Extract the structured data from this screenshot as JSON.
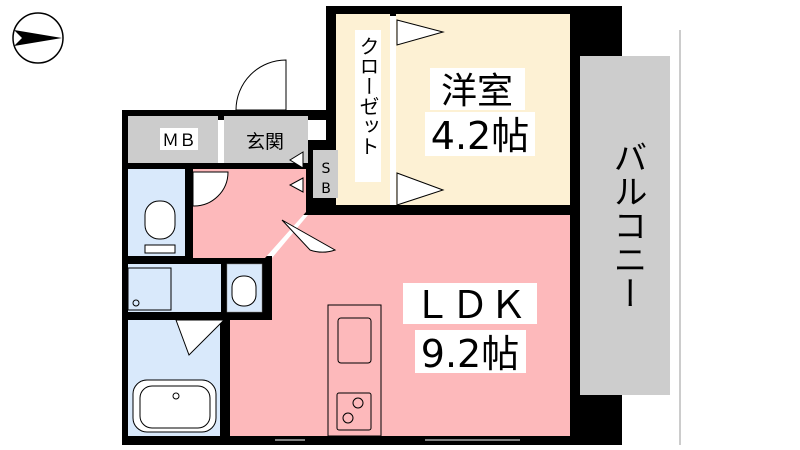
{
  "compass": {
    "direction": "north-pointing-right",
    "icon": "north-arrow-icon"
  },
  "rooms": {
    "western_room": {
      "name": "洋室",
      "size": "4.2帖"
    },
    "closet": {
      "name": "クローゼット"
    },
    "ldk": {
      "name": "ＬＤＫ",
      "size": "9.2帖"
    },
    "entrance": {
      "name": "玄関"
    },
    "meter_box": {
      "name": "ＭＢ"
    },
    "shoe_box": {
      "name_top": "S",
      "name_bottom": "B"
    },
    "balcony": {
      "name": "バルコニー"
    }
  },
  "colors": {
    "wall": "#000000",
    "western_room": "#fdf1d4",
    "ldk": "#fdb9bb",
    "wet_area": "#d9e9fb",
    "storage": "#cccccc",
    "balcony": "#cdcdcd"
  }
}
